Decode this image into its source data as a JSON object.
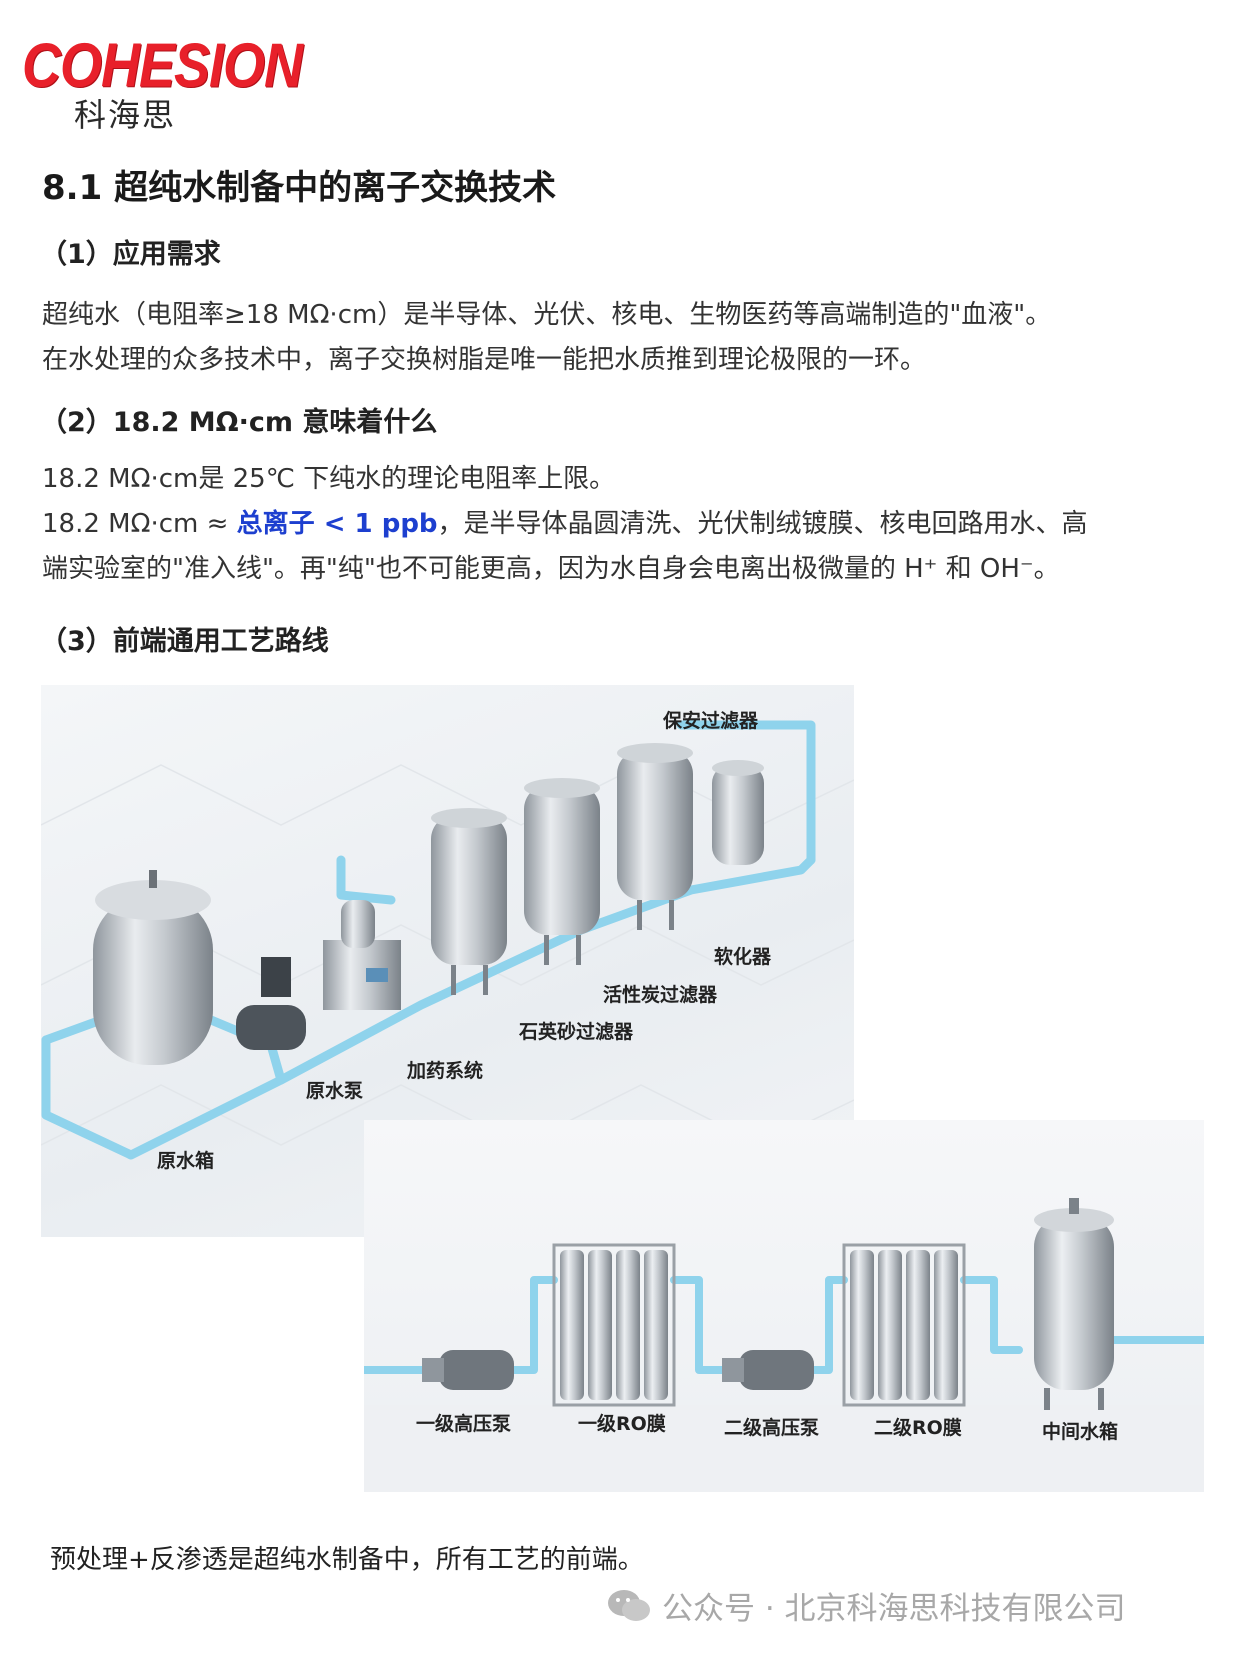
{
  "logo": {
    "brand": "COHESION",
    "cn_name": "科海思"
  },
  "section_title": "8.1 超纯水制备中的离子交换技术",
  "sub1": {
    "heading": "（1）应用需求",
    "line1": "超纯水（电阻率≥18 MΩ·cm）是半导体、光伏、核电、生物医药等高端制造的\"血液\"。",
    "line2": "在水处理的众多技术中，离子交换树脂是唯一能把水质推到理论极限的一环。"
  },
  "sub2": {
    "heading": "（2）18.2 MΩ·cm 意味着什么",
    "line1": "18.2 MΩ·cm是 25℃ 下纯水的理论电阻率上限。",
    "line2_pre": "18.2 MΩ·cm ≈ ",
    "line2_highlight": "总离子 < 1 ppb",
    "line2_post": "，是半导体晶圆清洗、光伏制绒镀膜、核电回路用水、高",
    "line3": "端实验室的\"准入线\"。再\"纯\"也不可能更高，因为水自身会电离出极微量的 H⁺ 和 OH⁻。"
  },
  "sub3": {
    "heading": "（3）前端通用工艺路线"
  },
  "pretreatment_labels": {
    "raw_tank": "原水箱",
    "raw_pump": "原水泵",
    "dosing": "加药系统",
    "sand_filter": "石英砂过滤器",
    "carbon_filter": "活性炭过滤器",
    "softener": "软化器",
    "security_filter": "保安过滤器"
  },
  "ro_labels": {
    "hp_pump_1": "一级高压泵",
    "ro_1": "一级RO膜",
    "hp_pump_2": "二级高压泵",
    "ro_2": "二级RO膜",
    "mid_tank": "中间水箱"
  },
  "conclusion": "预处理+反渗透是超纯水制备中，所有工艺的前端。",
  "watermark": "公众号 · 北京科海思科技有限公司",
  "colors": {
    "accent_red": "#e8202a",
    "highlight_blue": "#1d3fcf",
    "pipe_blue": "#8fd3ec"
  }
}
